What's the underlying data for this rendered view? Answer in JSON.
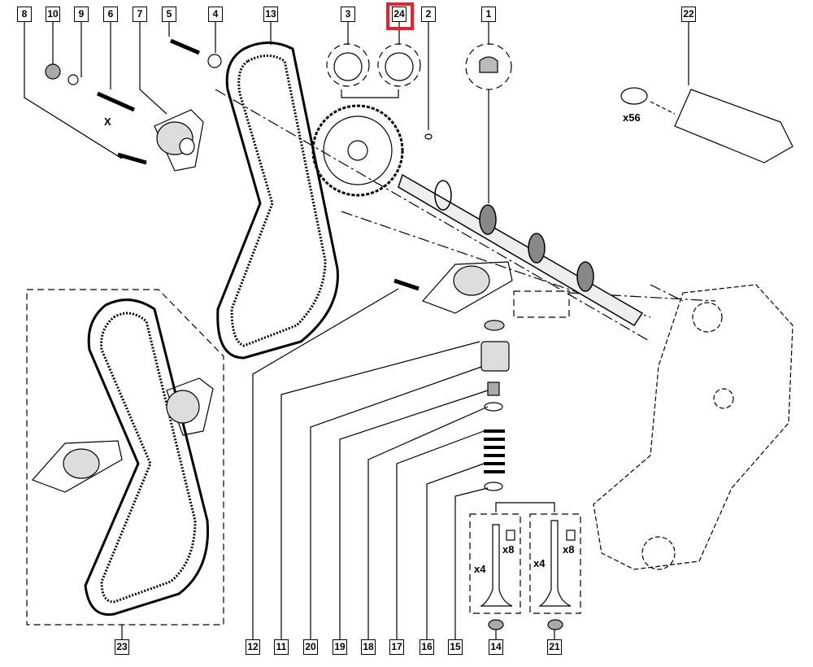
{
  "diagram": {
    "title": "Timing belt and camshaft exploded parts diagram",
    "highlighted_label": "24",
    "highlight_color": "#e8222b",
    "top_labels": [
      "8",
      "10",
      "9",
      "6",
      "7",
      "5",
      "4",
      "13",
      "3",
      "24",
      "2",
      "1",
      "22"
    ],
    "bottom_labels": [
      "23",
      "12",
      "11",
      "20",
      "19",
      "18",
      "17",
      "16",
      "15",
      "14",
      "21"
    ],
    "annotations": {
      "x_mark": "X",
      "shims_qty": "x56",
      "intake_valve_qty": "x4",
      "intake_keeper_qty": "x8",
      "exhaust_valve_qty": "x4",
      "exhaust_keeper_qty": "x8"
    }
  }
}
